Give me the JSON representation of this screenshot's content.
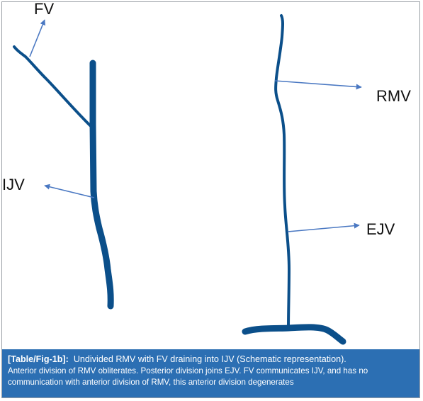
{
  "diagram": {
    "labels": {
      "fv": "FV",
      "ijv": "IJV",
      "rmv": "RMV",
      "ejv": "EJV"
    },
    "colors": {
      "vein": "#0b4f8a",
      "arrow": "#4a78c2",
      "caption_bg": "#2c6fb3",
      "caption_text": "#ffffff"
    }
  },
  "caption": {
    "tag": "[Table/Fig-1b]:",
    "title": "Undivided RMV with FV draining into IJV (Schematic representation).",
    "body": "Anterior division of RMV obliterates. Posterior division joins EJV. FV communicates IJV, and has no communication with anterior division of RMV, this anterior division degenerates"
  }
}
